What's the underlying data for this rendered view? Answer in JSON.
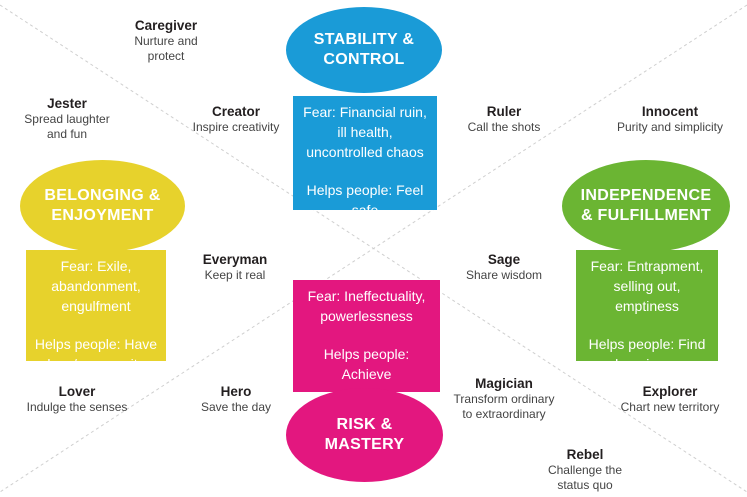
{
  "colors": {
    "stability": "#1a9bd7",
    "belonging": "#e7d22c",
    "independence": "#6bb533",
    "risk": "#e3177f",
    "diagonal_lines": "#cfcfcf"
  },
  "quadrants": {
    "stability": {
      "title": "STABILITY &\nCONTROL",
      "fear": "Fear: Financial ruin,\nill health,\nuncontrolled chaos",
      "helps": "Helps people: Feel\nsafe"
    },
    "belonging": {
      "title": "BELONGING &\nENJOYMENT",
      "fear": "Fear: Exile,\nabandonment,\nengulfment",
      "helps": "Helps people: Have\nlove/community"
    },
    "independence": {
      "title": "INDEPENDENCE\n& FULFILLMENT",
      "fear": "Fear: Entrapment,\nselling out,\nemptiness",
      "helps": "Helps people: Find\nhappiness"
    },
    "risk": {
      "title": "RISK &\nMASTERY",
      "fear": "Fear: Ineffectuality,\npowerlessness",
      "helps": "Helps people:\nAchieve"
    }
  },
  "archetypes": {
    "caregiver": {
      "name": "Caregiver",
      "desc": "Nurture and\nprotect"
    },
    "jester": {
      "name": "Jester",
      "desc": "Spread laughter\nand fun"
    },
    "creator": {
      "name": "Creator",
      "desc": "Inspire creativity"
    },
    "ruler": {
      "name": "Ruler",
      "desc": "Call the shots"
    },
    "innocent": {
      "name": "Innocent",
      "desc": "Purity and simplicity"
    },
    "everyman": {
      "name": "Everyman",
      "desc": "Keep it real"
    },
    "sage": {
      "name": "Sage",
      "desc": "Share wisdom"
    },
    "lover": {
      "name": "Lover",
      "desc": "Indulge the senses"
    },
    "hero": {
      "name": "Hero",
      "desc": "Save the day"
    },
    "magician": {
      "name": "Magician",
      "desc": "Transform ordinary\nto extraordinary"
    },
    "explorer": {
      "name": "Explorer",
      "desc": "Chart new territory"
    },
    "rebel": {
      "name": "Rebel",
      "desc": "Challenge the\nstatus quo"
    }
  }
}
